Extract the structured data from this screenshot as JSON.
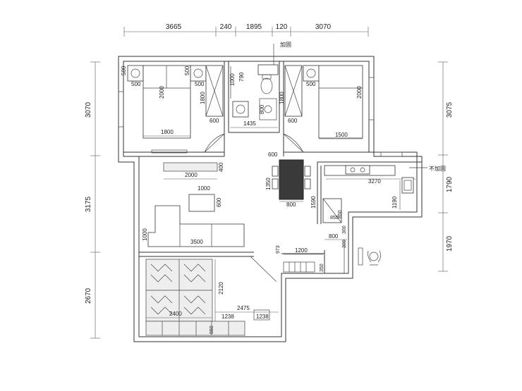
{
  "top_dims": [
    "3665",
    "240",
    "1895",
    "120",
    "3070"
  ],
  "left_dims": [
    "3070",
    "3175",
    "2670"
  ],
  "right_dims": [
    "3075",
    "1790",
    "1970"
  ],
  "labels": {
    "jiagu": "加固",
    "bujiagu": "不加固",
    "bed_left_w": "1800",
    "bed_left_h": "2000",
    "bed_right_w": "1500",
    "bed_right_h": "2000",
    "nightstand_500_a": "500",
    "nightstand_500_b": "500",
    "nightstand_500_c": "500",
    "nightstand_500_d": "500",
    "nightstand_500_e": "500",
    "wardrobe_l_h": "1800",
    "wardrobe_l_w": "600",
    "wardrobe_r_h": "1800",
    "wardrobe_r_w": "600",
    "bath_1000": "1000",
    "bath_790": "790",
    "bath_800": "800",
    "bath_1435": "1435",
    "tv_2000": "2000",
    "tv_400": "400",
    "coffee_1000": "1000",
    "coffee_600": "600",
    "sofa_3500": "3500",
    "sofa_1000": "1000",
    "dining_600": "600",
    "dining_1350": "1350",
    "dining_800": "800",
    "kitchen_3270": "3270",
    "kitchen_1190": "1190",
    "kitchen_1590": "1590",
    "kitchen_300": "300",
    "fridge_850a": "850",
    "fridge_850b": "850",
    "k_800": "800",
    "k_300b": "300",
    "k_1200": "1200",
    "k_973": "973",
    "k_350": "350",
    "balcony_2120": "2120",
    "balcony_2400": "2400",
    "balcony_2475": "2475",
    "balcony_1238a": "1238",
    "balcony_1238b": "1238",
    "balcony_550": "550"
  }
}
